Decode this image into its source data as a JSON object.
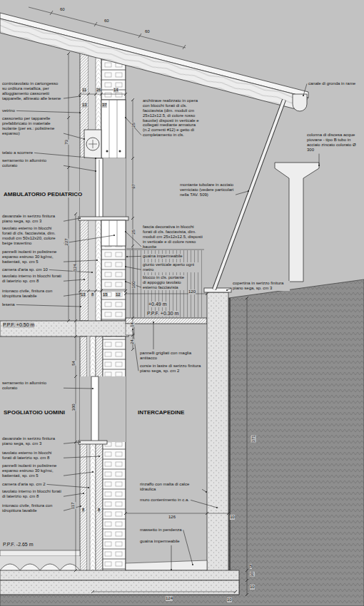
{
  "diagram": {
    "labels": [
      "60",
      "60",
      "60",
      "controtavolato in cartongesso su orditura metallica, per alloggiamento cassonetti tapparelle, allineato alle lesene",
      "vetrino",
      "cassonetto per tapparelle prefabbricato in materiale isolante (per es.: polistirene espanso)",
      "telaio a scorrere",
      "serramento in alluminio colorato",
      "AMBULATORIO PEDIATRICO",
      "davanzale in serizzo finitura piano sega, sp. cm 3",
      "tavolato esterno in blocchi forati di cls. facciavista, dim. moduli cm 50x12x20, colore beige travertino",
      "pannelli isolanti in polistirene espanso estruso 30 kg/mc, battentati, sp. cm 5",
      "camera d'aria sp. cm 10",
      "tavolato interno in blocchi forati di laterizio sp. cm 8",
      "intonaco civile, finitura con idropittura lavabile",
      "lesena",
      "P.P.F. +0.50 m",
      "serramento in alluminio colorato",
      "SPOGLIATOIO UOMINI",
      "davanzale in serizzo finitura piano sega, sp. cm 3",
      "tavolato esterno in blocchi forati di laterizio sp. cm 8",
      "pannelli isolanti in polistirene espanso estruso 30 kg/mc, battentati, sp. cm 5",
      "camera d'aria sp. cm 2",
      "tavolato interno in blocchi forati di laterizio sp. cm 8",
      "intonaco civile, finitura con idropittura lavabile",
      "P.P.F. -2.65 m",
      "architrave realizzato in opera con blocchi forati di cls. facciavista (dim. moduli cm 25x12x12.5, di colore rosso bauxite) disposti in verticale e collegati mediante armatura (n.2 correnti #12) e getto di completamento in cls.",
      "25",
      "97",
      "25",
      "montante tubolare in acciaio verniciato (vedere particolari nella TAV. 509)",
      "fascia decorativa in blocchi forati di cls. facciavista, dim. moduli cm 25x12x12.5, disposti in verticale e di colore rosso bauxite",
      "guaina impermeabile",
      "giunto verticale aperto ogni metro",
      "blocco in cls. portante di appoggio tavolato esterno facciavista",
      "120",
      "copertina in serizzo finitura piano sega, sp. cm 3",
      "+0.49 m",
      "P.P.F. +0.30 m",
      "73",
      "227",
      "124",
      "54",
      "100",
      "117",
      "11",
      "26",
      "14",
      "13",
      "37",
      "13",
      "8",
      "15",
      "12",
      "8",
      "8",
      "100",
      "14",
      "24",
      "pannelli grigliati con maglia antitacco",
      "corsie in lastre di serizzo finitura piano sega, sp. cm 2",
      "INTERCAPEDINE",
      "rinzaffo con malta di calce idraulica",
      "muro contenimento in c.a.",
      "126",
      "guaina impermeabile",
      "massetto in pendenza",
      "124",
      "371",
      "10",
      "5",
      "30",
      "10",
      "10",
      "canale di gronda in rame",
      "colonna di discesa acque piovane - tipo B tubo in acciaio zincato colorato Ø 300"
    ]
  }
}
